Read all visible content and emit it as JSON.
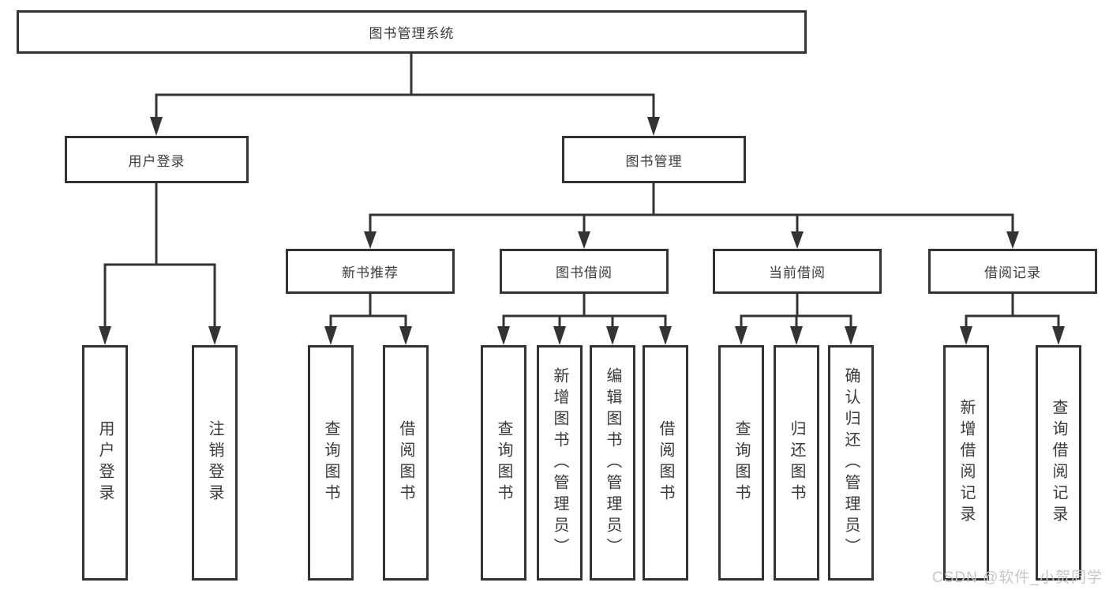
{
  "diagram": {
    "root": {
      "label": "图书管理系统"
    },
    "branches": [
      {
        "label": "用户登录",
        "children": [
          {
            "label": "用户登录"
          },
          {
            "label": "注销登录"
          }
        ]
      },
      {
        "label": "图书管理",
        "children": [
          {
            "label": "新书推荐",
            "children": [
              {
                "label": "查询图书"
              },
              {
                "label": "借阅图书"
              }
            ]
          },
          {
            "label": "图书借阅",
            "children": [
              {
                "label": "查询图书"
              },
              {
                "label": "新增图书（管理员）"
              },
              {
                "label": "编辑图书（管理员）"
              },
              {
                "label": "借阅图书"
              }
            ]
          },
          {
            "label": "当前借阅",
            "children": [
              {
                "label": "查询图书"
              },
              {
                "label": "归还图书"
              },
              {
                "label": "确认归还（管理员）"
              }
            ]
          },
          {
            "label": "借阅记录",
            "children": [
              {
                "label": "新增借阅记录"
              },
              {
                "label": "查询借阅记录"
              }
            ]
          }
        ]
      }
    ]
  },
  "watermark": {
    "text": "CSDN @软件_小贺同学"
  },
  "colors": {
    "line": "#333333",
    "box_border": "#333333",
    "text": "#3a3a3a",
    "background": "#ffffff",
    "watermark": "#c7c7cc"
  }
}
